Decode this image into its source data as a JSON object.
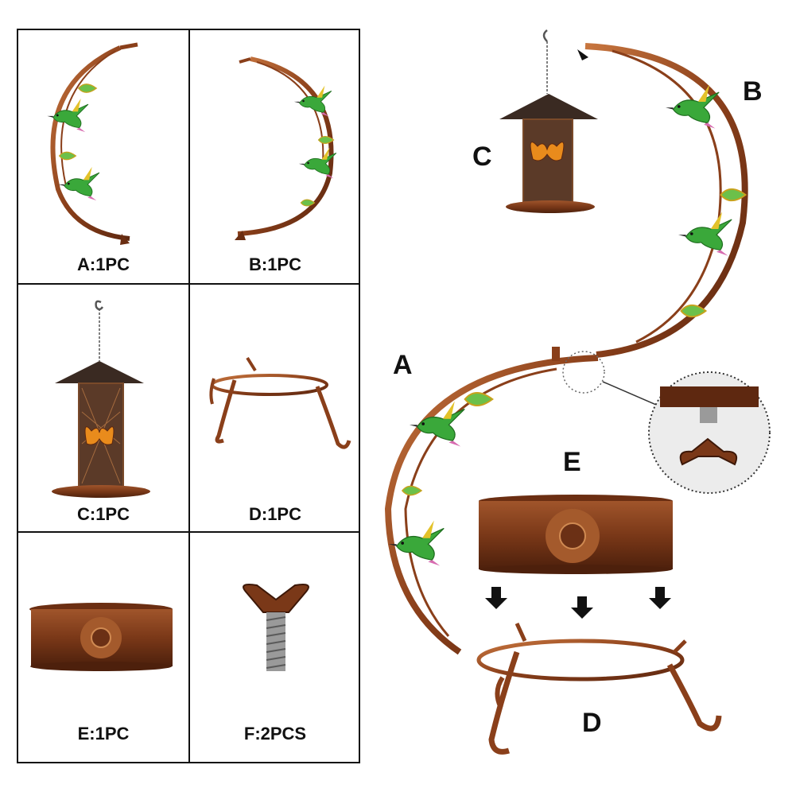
{
  "parts": [
    {
      "id": "A",
      "caption": "A:1PC"
    },
    {
      "id": "B",
      "caption": "B:1PC"
    },
    {
      "id": "C",
      "caption": "C:1PC"
    },
    {
      "id": "D",
      "caption": "D:1PC"
    },
    {
      "id": "E",
      "caption": "E:1PC"
    },
    {
      "id": "F",
      "caption": "F:2PCS"
    }
  ],
  "assembly_labels": {
    "a": "A",
    "b": "B",
    "c": "C",
    "d": "D",
    "e": "E"
  },
  "colors": {
    "copper": "#9a4b22",
    "copper_dark": "#6b2e12",
    "leaf_green": "#3aa83a",
    "leaf_yellow": "#e3c22a",
    "pink": "#d76bb0",
    "grid": "#111111"
  },
  "icons": [
    "hummingbird-icon",
    "butterfly-icon",
    "sunflower-icon",
    "wing-nut-icon",
    "down-arrow-icon"
  ]
}
